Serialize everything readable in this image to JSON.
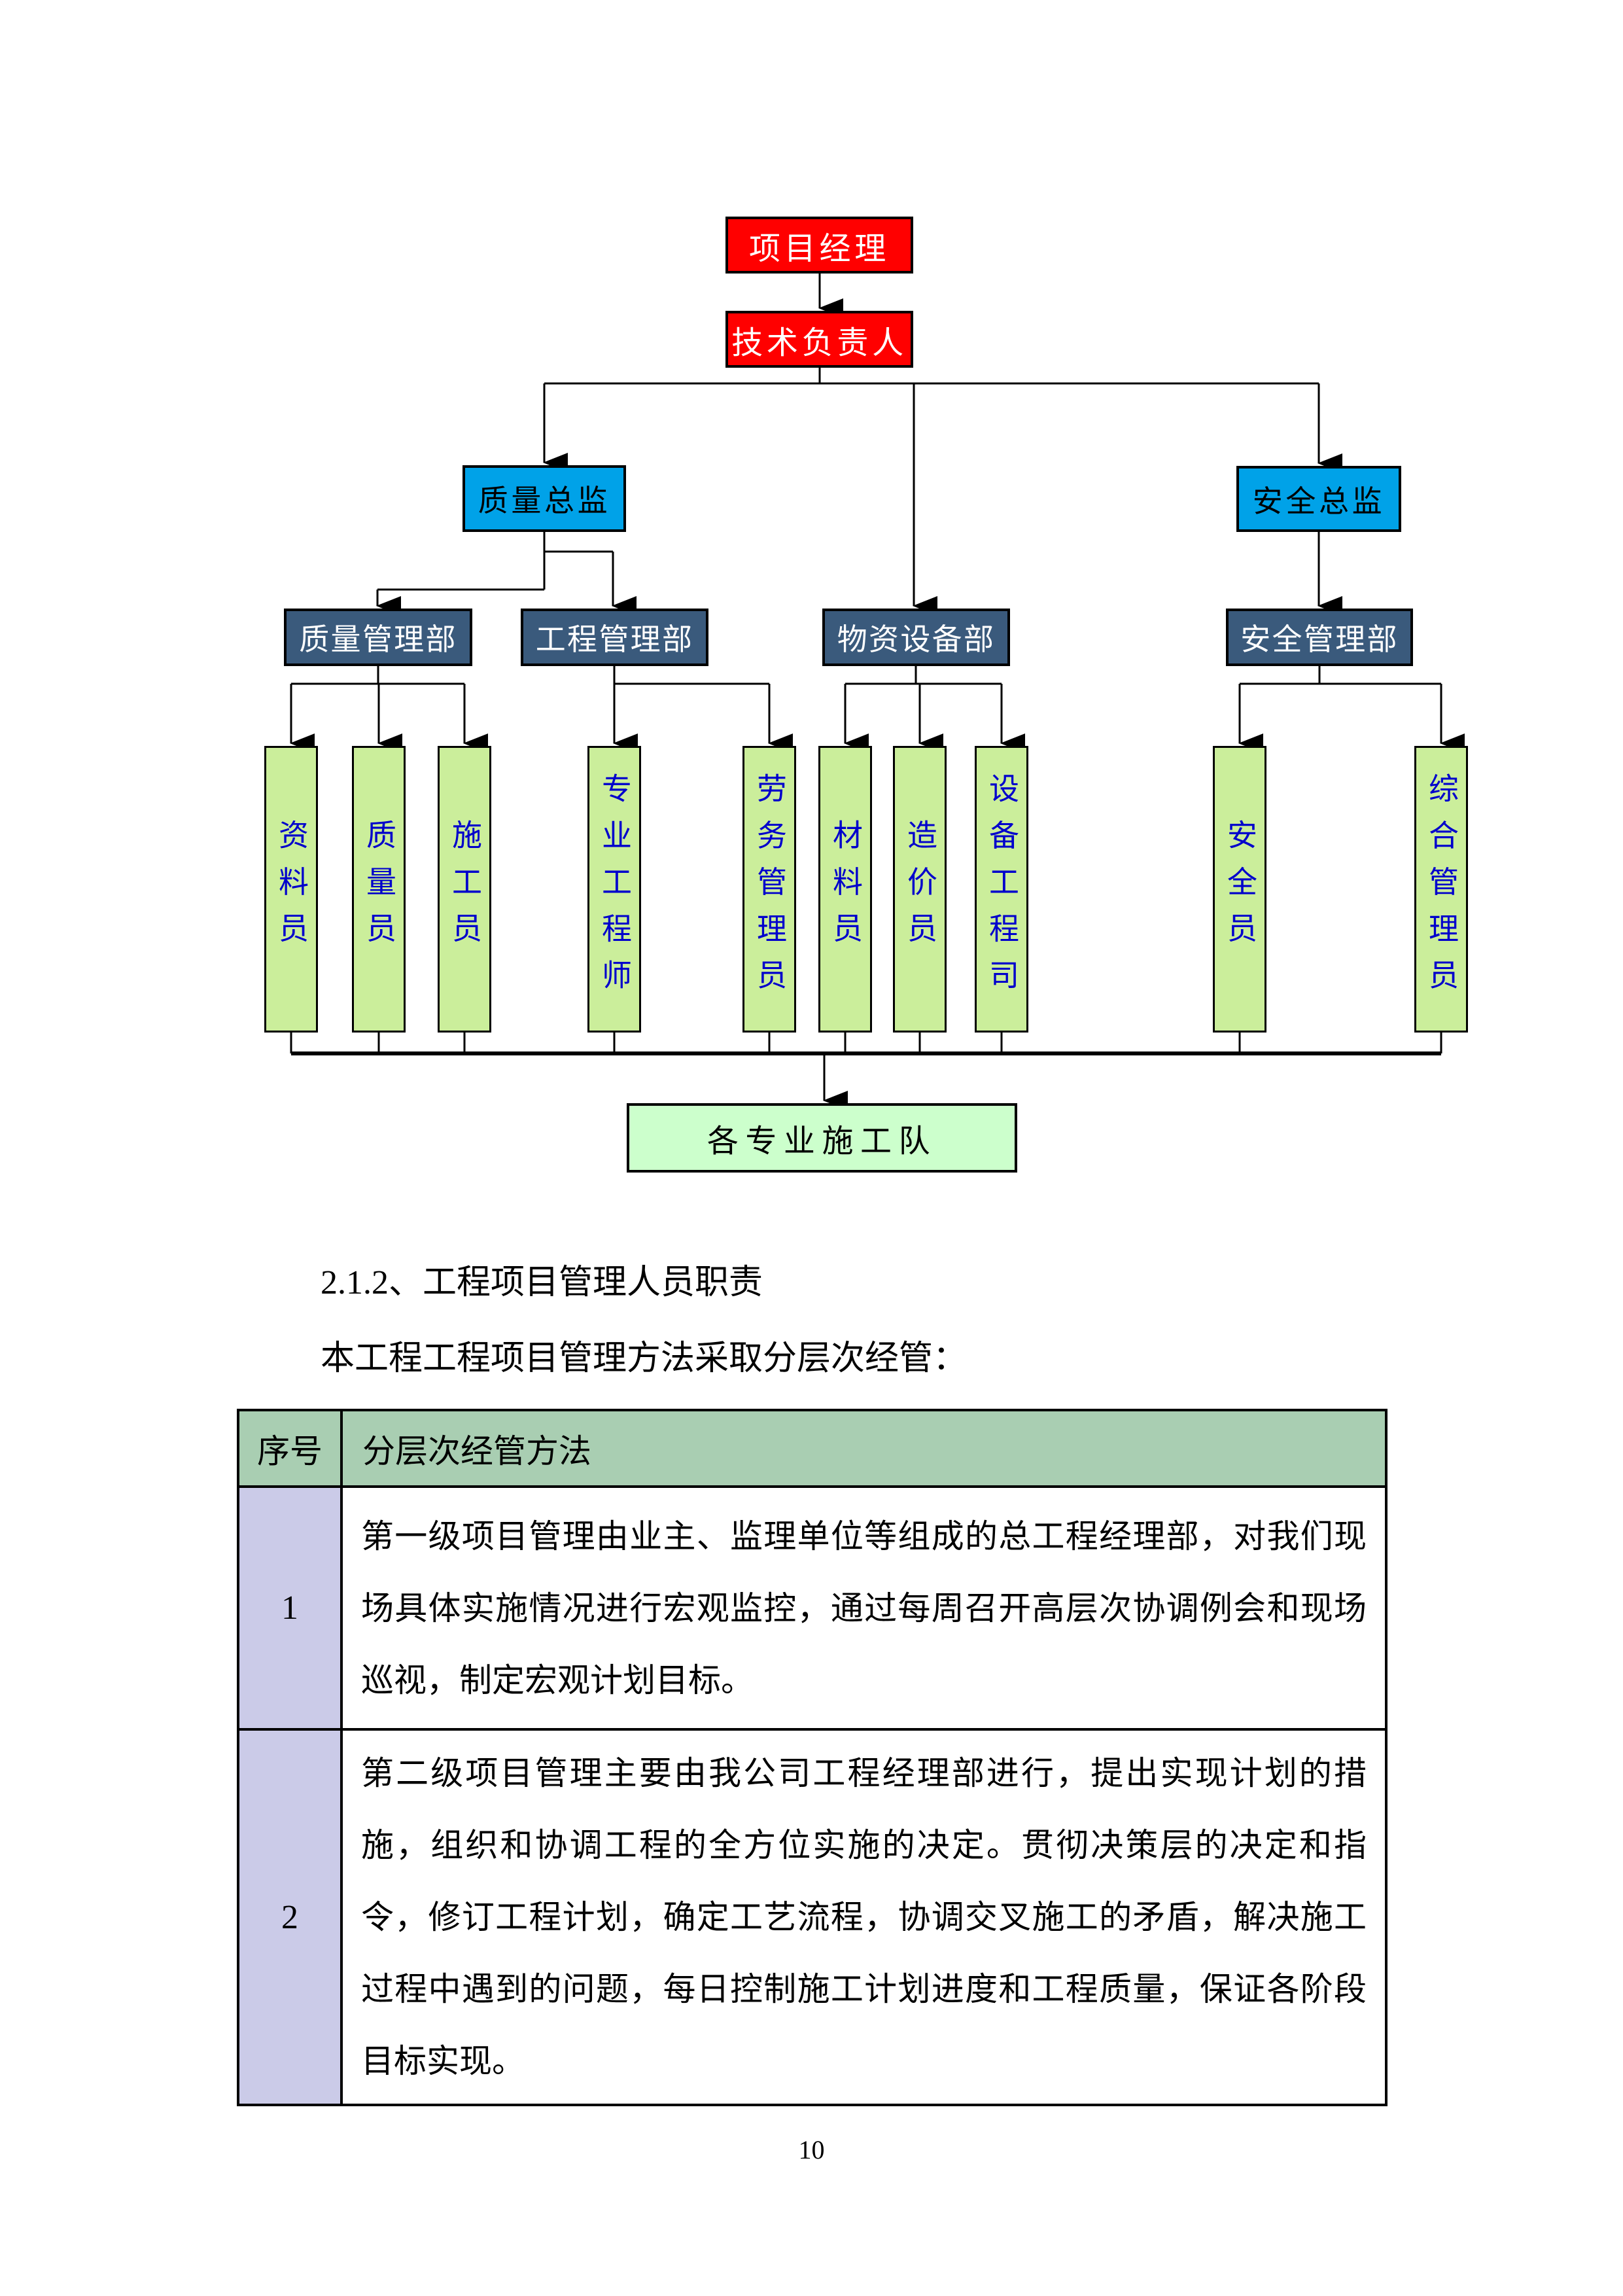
{
  "diagram": {
    "nodes": {
      "project_manager": {
        "label": "项目经理"
      },
      "technical_director": {
        "label": "技术负责人"
      },
      "quality_chief": {
        "label": "质量总监"
      },
      "safety_chief": {
        "label": "安全总监"
      },
      "dept_quality": {
        "label": "质量管理部"
      },
      "dept_engineering": {
        "label": "工程管理部"
      },
      "dept_materials": {
        "label": "物资设备部"
      },
      "dept_safety": {
        "label": "安全管理部"
      },
      "teams": {
        "label": "各专业施工队"
      }
    },
    "staff": [
      {
        "label": "资料员"
      },
      {
        "label": "质量员"
      },
      {
        "label": "施工员"
      },
      {
        "label": "专业工程师"
      },
      {
        "label": "劳务管理员"
      },
      {
        "label": "材料员"
      },
      {
        "label": "造价员"
      },
      {
        "label": "设备工程司"
      },
      {
        "label": "安全员"
      },
      {
        "label": "综合管理员"
      }
    ],
    "colors": {
      "top_box_red": "#FF0000",
      "chief_box_cyan": "#00A2E8",
      "dept_box_dark_blue": "#3A5A7C",
      "staff_box_green": "#CBEE9B",
      "staff_text_blue": "#0000CC",
      "teams_box_mint": "#CCFFCC",
      "line_black": "#000000"
    }
  },
  "section": {
    "heading": "2.1.2、工程项目管理人员职责",
    "intro": "本工程工程项目管理方法采取分层次经管："
  },
  "table": {
    "headers": [
      "序号",
      "分层次经管方法"
    ],
    "header_bg": "#A9CEB2",
    "index_bg": "#CBCBE8",
    "rows": [
      {
        "no": "1",
        "text": "第一级项目管理由业主、监理单位等组成的总工程经理部，对我们现场具体实施情况进行宏观监控，通过每周召开高层次协调例会和现场巡视，制定宏观计划目标。"
      },
      {
        "no": "2",
        "text": "第二级项目管理主要由我公司工程经理部进行，提出实现计划的措施，组织和协调工程的全方位实施的决定。贯彻决策层的决定和指令，修订工程计划，确定工艺流程，协调交叉施工的矛盾，解决施工过程中遇到的问题，每日控制施工计划进度和工程质量，保证各阶段目标实现。"
      }
    ]
  },
  "page_number": "10"
}
